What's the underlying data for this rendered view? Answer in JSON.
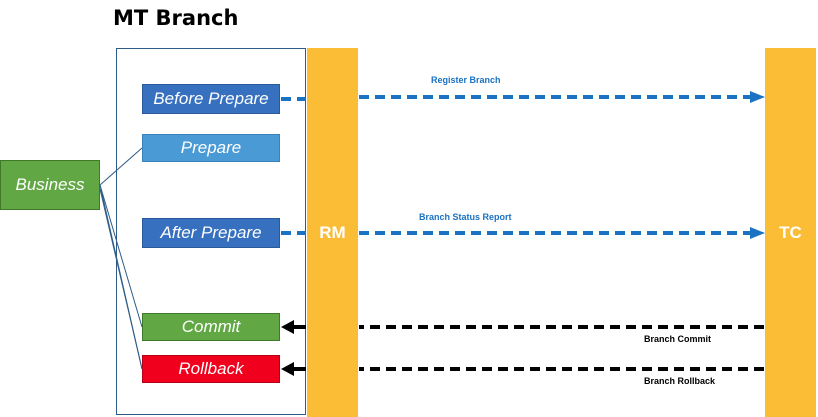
{
  "title": "MT Branch",
  "business": {
    "label": "Business",
    "color": "#61a844"
  },
  "phases": [
    {
      "key": "before-prepare",
      "label": "Before Prepare",
      "color": "#3670bf"
    },
    {
      "key": "prepare",
      "label": "Prepare",
      "color": "#4a9ad6"
    },
    {
      "key": "after-prepare",
      "label": "After Prepare",
      "color": "#3670bf"
    },
    {
      "key": "commit",
      "label": "Commit",
      "color": "#61a844"
    },
    {
      "key": "rollback",
      "label": "Rollback",
      "color": "#f0001c"
    }
  ],
  "rm": {
    "label": "RM",
    "color": "#fbbd36"
  },
  "tc": {
    "label": "TC",
    "color": "#fbbd36"
  },
  "arrows": {
    "register_branch": {
      "label": "Register Branch",
      "color": "#1a72c2"
    },
    "branch_status_report": {
      "label": "Branch Status Report",
      "color": "#1a72c2"
    },
    "branch_commit": {
      "label": "Branch Commit",
      "color": "#000000"
    },
    "branch_rollback": {
      "label": "Branch Rollback",
      "color": "#000000"
    }
  }
}
